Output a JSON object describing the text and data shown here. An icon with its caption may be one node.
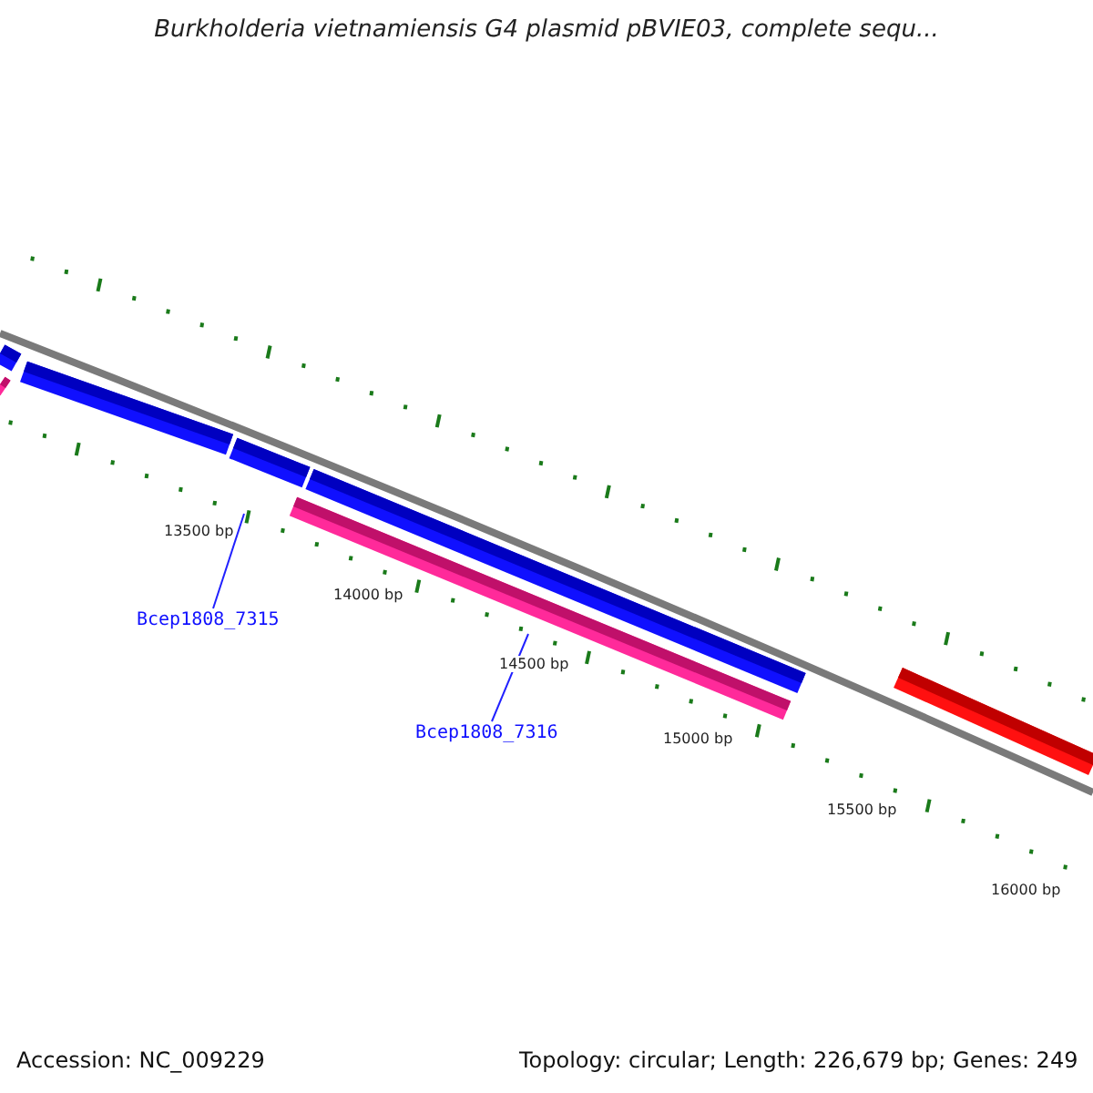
{
  "diagram": {
    "title": "Burkholderia vietnamiensis G4 plasmid pBVIE03, complete sequ...",
    "nodes": [
      {
        "text": [
          "Bcep1808_7315"
        ]
      },
      {
        "text": [
          "Bcep1808_7316"
        ]
      }
    ],
    "edges": [
      {
        "from": 0,
        "to": null,
        "arrow": "none"
      },
      {
        "from": 1,
        "to": null,
        "arrow": "none"
      }
    ],
    "labels": [
      "13500 bp",
      "14000 bp",
      "14500 bp",
      "15000 bp",
      "15500 bp",
      "16000 bp",
      "Accession: NC_009229",
      "Topology: circular; Length: 226,679 bp; Genes: 249"
    ]
  }
}
